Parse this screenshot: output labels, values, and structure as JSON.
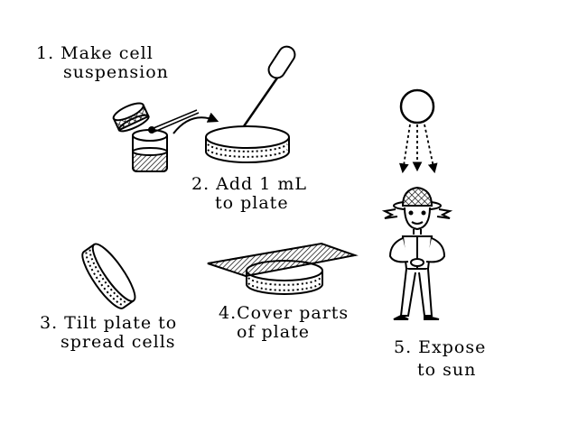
{
  "steps": [
    {
      "line1": "1. Make cell",
      "line2": "suspension"
    },
    {
      "line1": "2. Add 1 mL",
      "line2": "to plate"
    },
    {
      "line1": "3. Tilt plate to",
      "line2": "spread cells"
    },
    {
      "line1": "4.Cover parts",
      "line2": "of plate"
    },
    {
      "line1": "5. Expose",
      "line2": "to sun"
    }
  ],
  "colors": {
    "ink": "#000000",
    "paper": "#ffffff"
  },
  "icons": [
    "beaker-icon",
    "jar-lid-icon",
    "pipette-icon",
    "petri-dish-icon",
    "cover-sheet-icon",
    "sun-icon",
    "person-icon"
  ]
}
